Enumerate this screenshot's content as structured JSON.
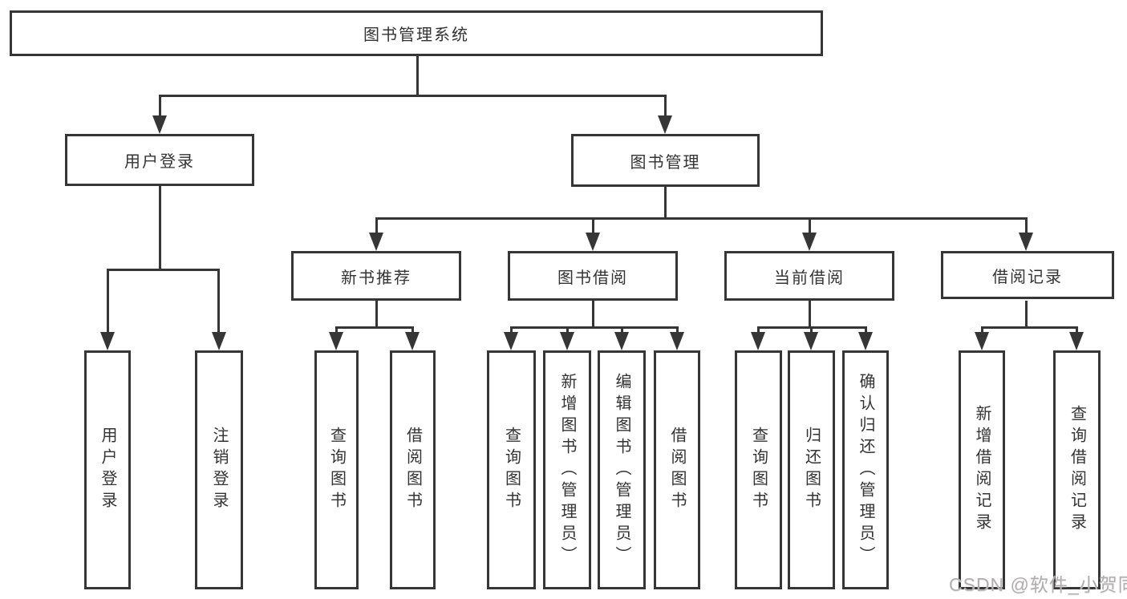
{
  "diagram": {
    "root": {
      "label": "图书管理系统"
    },
    "user_login": {
      "label": "用户登录"
    },
    "book_mgmt": {
      "label": "图书管理"
    },
    "user_login_children": {
      "login": {
        "label": "用户登录"
      },
      "logout": {
        "label": "注销登录"
      }
    },
    "new_books": {
      "label": "新书推荐"
    },
    "book_borrow": {
      "label": "图书借阅"
    },
    "current_borrow": {
      "label": "当前借阅"
    },
    "borrow_records": {
      "label": "借阅记录"
    },
    "new_books_children": {
      "query": {
        "label": "查询图书"
      },
      "borrow": {
        "label": "借阅图书"
      }
    },
    "book_borrow_children": {
      "query": {
        "label": "查询图书"
      },
      "add": {
        "label": "新增图书（管理员）"
      },
      "edit": {
        "label": "编辑图书（管理员）"
      },
      "borrow": {
        "label": "借阅图书"
      }
    },
    "current_borrow_children": {
      "query": {
        "label": "查询图书"
      },
      "return": {
        "label": "归还图书"
      },
      "confirm": {
        "label": "确认归还（管理员）"
      }
    },
    "borrow_records_children": {
      "add": {
        "label": "新增借阅记录"
      },
      "query": {
        "label": "查询借阅记录"
      }
    }
  },
  "watermark": {
    "label": "CSDN @软件_小贺同学"
  },
  "colors": {
    "line": "#363636",
    "text": "#333333",
    "watermark": "#b1aeae",
    "background": "#ffffff"
  }
}
